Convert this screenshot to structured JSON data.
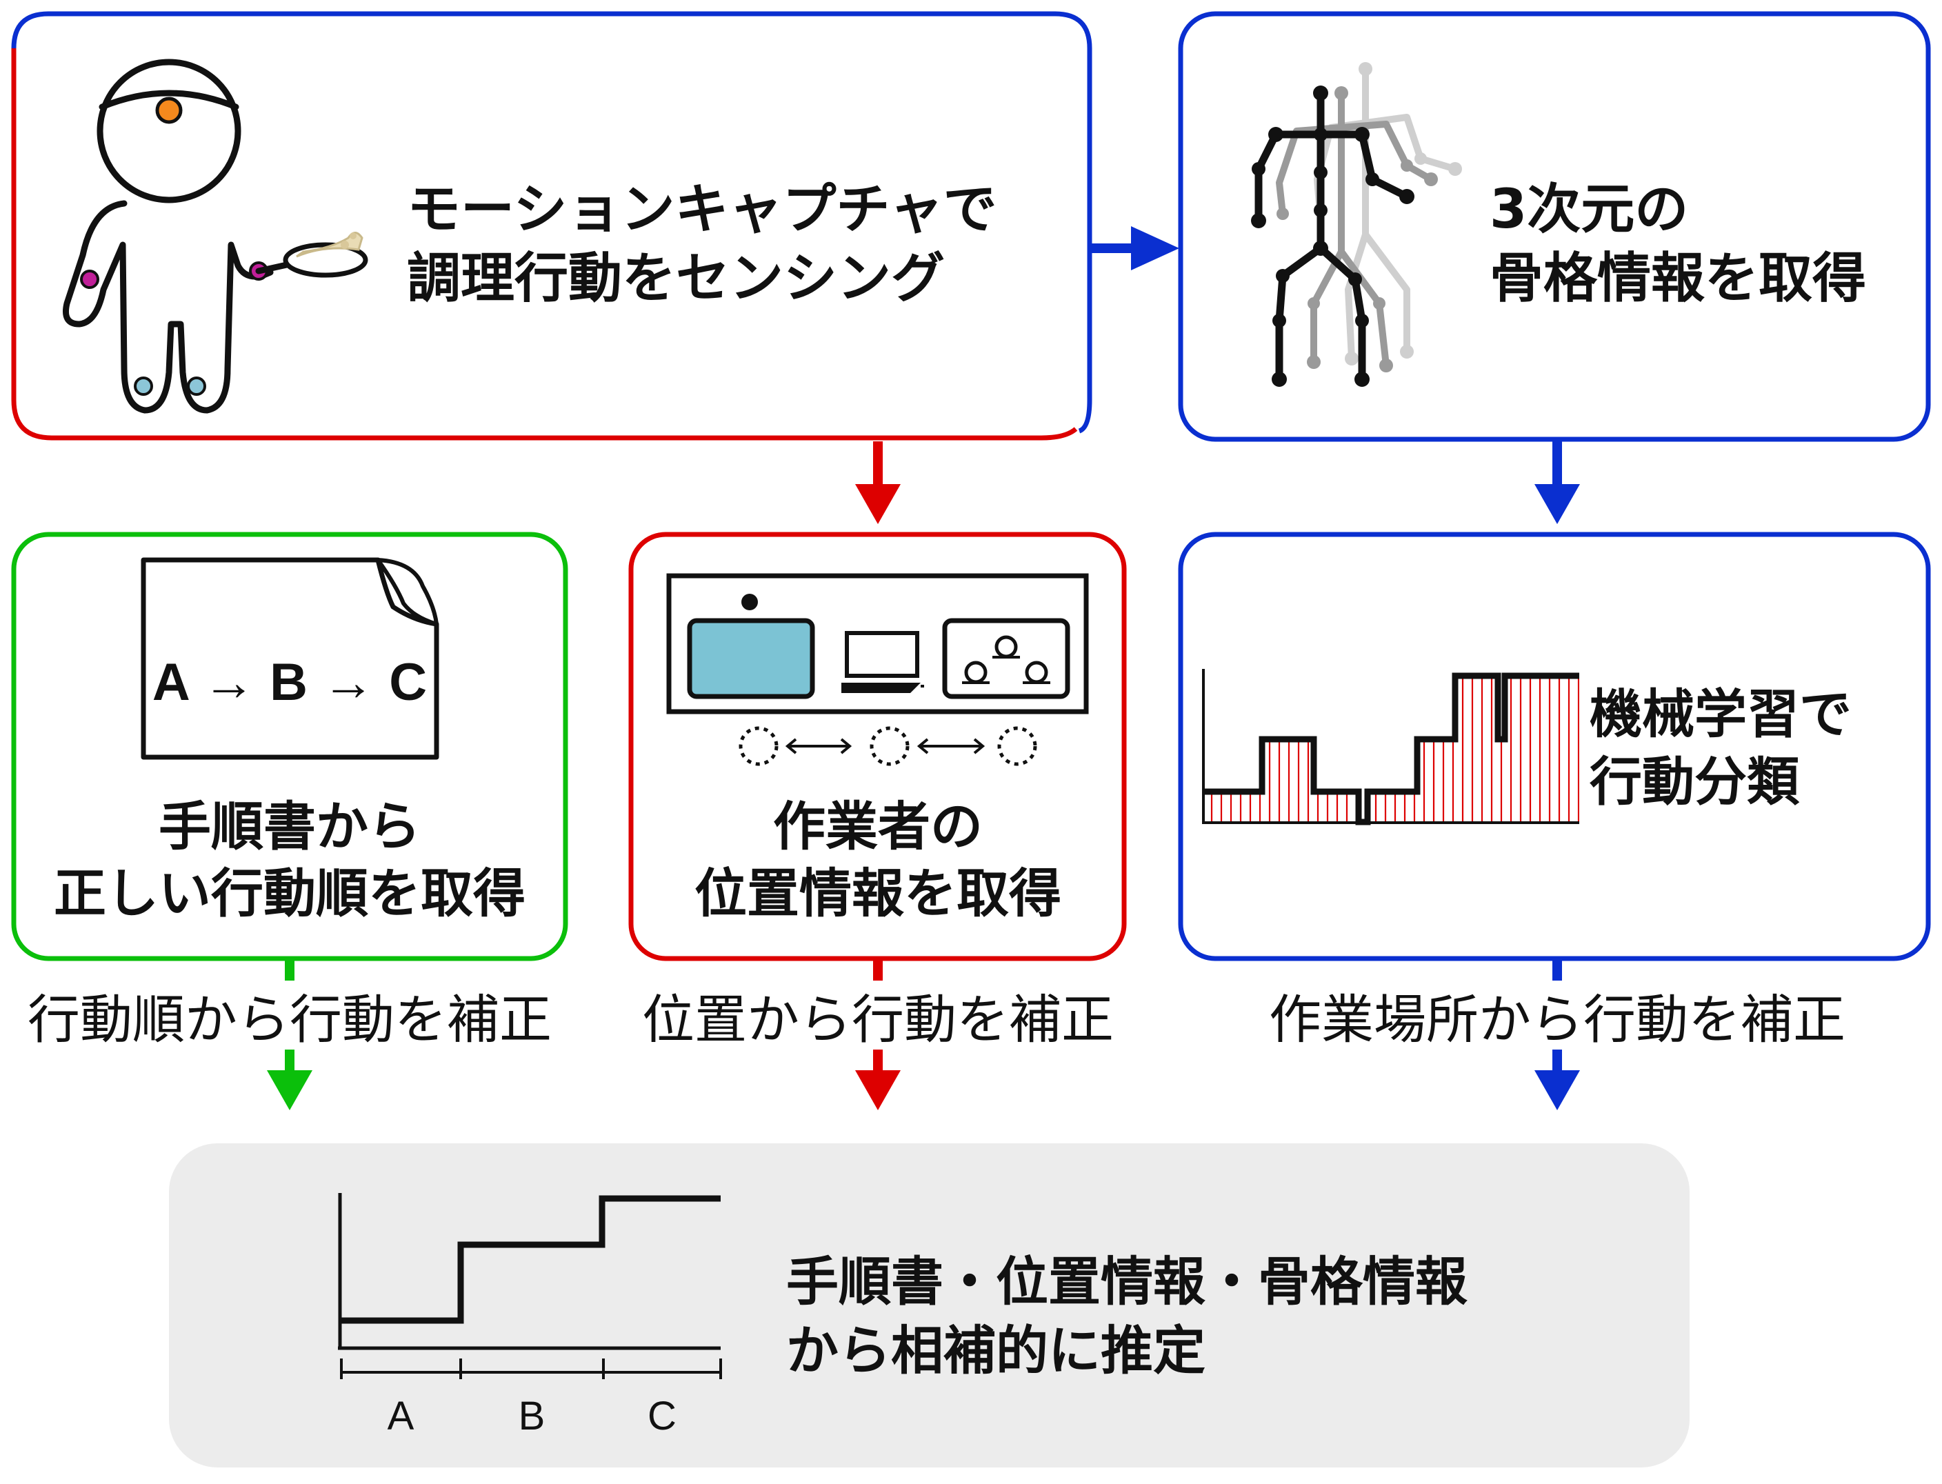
{
  "colors": {
    "red": "#dd0000",
    "blue": "#0a2fd0",
    "green": "#0bbf0b",
    "skin_orange": "#f5891d",
    "marker_magenta": "#c01f98",
    "marker_cyan": "#8cc6d8",
    "screen_teal": "#7cc3d4",
    "panel_grey": "#ececec"
  },
  "icons": {
    "mocap": "person-with-motion-capture-markers",
    "skeleton": "3d-skeleton",
    "manual": "manual-document",
    "kitchen": "kitchen-layout",
    "classifier": "step-chart",
    "final": "step-chart"
  },
  "box_mocap": {
    "title_line1": "モーションキャプチャで",
    "title_line2": "調理行動をセンシング"
  },
  "box_skeleton": {
    "title_line1": "3次元の",
    "title_line2": "骨格情報を取得"
  },
  "box_manual": {
    "flow_text": "A → B → C",
    "title_line1": "手順書から",
    "title_line2": "正しい行動順を取得"
  },
  "box_position": {
    "title_line1": "作業者の",
    "title_line2": "位置情報を取得"
  },
  "box_ml": {
    "title_line1": "機械学習で",
    "title_line2": "行動分類"
  },
  "corrections": {
    "order": "行動順から行動を補正",
    "position": "位置から行動を補正",
    "place": "作業場所から行動を補正"
  },
  "result": {
    "title_line1": "手順書・位置情報・骨格情報",
    "title_line2": "から相補的に推定",
    "segments": [
      "A",
      "B",
      "C"
    ]
  }
}
